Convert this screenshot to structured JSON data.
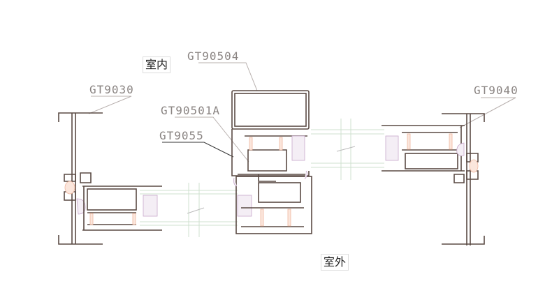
{
  "labels": {
    "gt90504": "GT90504",
    "gt9030": "GT9030",
    "gt90501a": "GT90501A",
    "gt9055": "GT9055",
    "gt9040": "GT9040"
  },
  "zones": {
    "indoor": "室内",
    "outdoor": "室外"
  },
  "colors": {
    "profile": "#5a4a44",
    "thermal_break": "#f0b8a0",
    "seal": "#c8a8cc",
    "glass": "#cfe0cf"
  }
}
